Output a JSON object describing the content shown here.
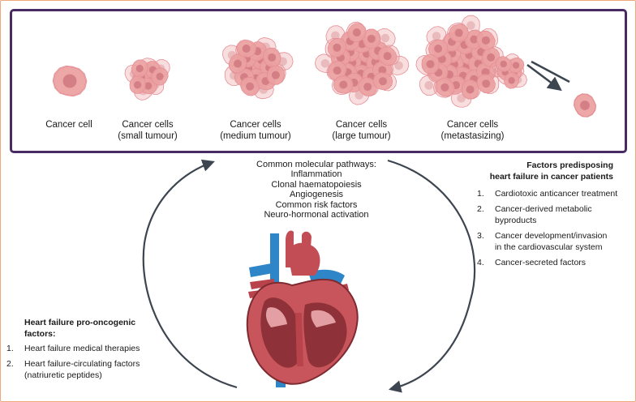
{
  "stages": [
    {
      "label": "Cancer cell"
    },
    {
      "label": "Cancer cells\n(small tumour)"
    },
    {
      "label": "Cancer cells\n(medium tumour)"
    },
    {
      "label": "Cancer cells\n(large tumour)"
    },
    {
      "label": "Cancer cells\n(metastasizing)"
    }
  ],
  "center": {
    "title": "Common molecular pathways:",
    "items": [
      "Inflammation",
      "Clonal haematopoiesis",
      "Angiogenesis",
      "Common risk factors",
      "Neuro-hormonal activation"
    ]
  },
  "right_panel": {
    "heading": "Factors predisposing\nheart failure in cancer patients",
    "items": [
      {
        "num": "1.",
        "text": "Cardiotoxic anticancer treatment"
      },
      {
        "num": "2.",
        "text": "Cancer-derived metabolic\nbyproducts"
      },
      {
        "num": "3.",
        "text": "Cancer development/invasion\nin the cardiovascular system"
      },
      {
        "num": "4.",
        "text": "Cancer-secreted factors"
      }
    ]
  },
  "left_panel": {
    "heading": "Heart failure pro-oncogenic\nfactors:",
    "items": [
      {
        "num": "1.",
        "text": "Heart failure medical therapies"
      },
      {
        "num": "2.",
        "text": "Heart failure-circulating factors\n(natriuretic peptides)"
      }
    ]
  },
  "colors": {
    "frame_border": "#4a2a63",
    "outer_border": "#f0a77a",
    "cell_fill": "#eba1a1",
    "cell_nucleus": "#d17a82",
    "arrow": "#3d4550",
    "heart_red": "#b9434b",
    "vessel_blue": "#2e86c9"
  }
}
